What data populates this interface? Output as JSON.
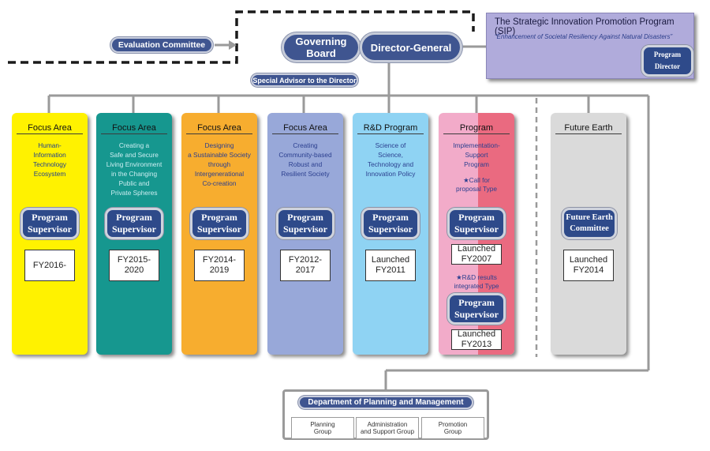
{
  "header": {
    "evaluation_committee": "Evaluation Committee",
    "governing_board": "Governing Board",
    "director_general": "Director-General",
    "special_advisor": "Special Advisor to the Director"
  },
  "sip": {
    "title": "The Strategic Innovation Promotion Program (SIP)",
    "subtitle": "“Enhancement of Societal Resiliency Against Natural Disasters”",
    "program_director": "Program Director"
  },
  "cards": [
    {
      "title": "Focus Area",
      "description": "Human-\nInformation\nTechnology\nEcosystem",
      "supervisor": "Program\nSupervisor",
      "period": "FY2016-",
      "color": "#fff200",
      "desc_color": "#1f3f8f"
    },
    {
      "title": "Focus Area",
      "description": "Creating a\nSafe and Secure\nLiving Environment\nin the Changing\nPublic and\nPrivate Spheres",
      "supervisor": "Program\nSupervisor",
      "period": "FY2015-\n2020",
      "color": "#16978f",
      "desc_color": "#bfe9ef"
    },
    {
      "title": "Focus Area",
      "description": "Designing\na Sustainable Society\nthrough\nIntergenerational\nCo-creation",
      "supervisor": "Program\nSupervisor",
      "period": "FY2014-\n2019",
      "color": "#f7ad2f",
      "desc_color": "#2b3f8f"
    },
    {
      "title": "Focus Area",
      "description": "Creating\nCommunity-based\nRobust and\nResilient Society",
      "supervisor": "Program\nSupervisor",
      "period": "FY2012-\n2017",
      "color": "#98a8d9",
      "desc_color": "#2b3f8f"
    },
    {
      "title": "R&D Program",
      "description": "Science of\nScience,\nTechnology and\nInnovation Policy",
      "supervisor": "Program\nSupervisor",
      "period": "Launched\nFY2011",
      "color": "#8fd3f3",
      "desc_color": "#2b3f8f"
    },
    {
      "title": "Program",
      "description": "Implementation-\nSupport\nProgram",
      "color": "#f2a9c7",
      "desc_color": "#2b3f8f",
      "subprograms": [
        {
          "type": "★Call for\nproposal Type",
          "supervisor": "Program\nSupervisor",
          "period": "Launched\nFY2007"
        },
        {
          "type": "★R&D results\nintegrated Type",
          "supervisor": "Program\nSupervisor",
          "period": "Launched\nFY2013"
        }
      ]
    },
    {
      "title": "Future Earth",
      "supervisor": "Future Earth\nCommittee",
      "period": "Launched\nFY2014",
      "color": "#dadada"
    }
  ],
  "department": {
    "title": "Department of Planning and Management",
    "groups": [
      "Planning\nGroup",
      "Administration\nand Support Group",
      "Promotion\nGroup"
    ]
  }
}
